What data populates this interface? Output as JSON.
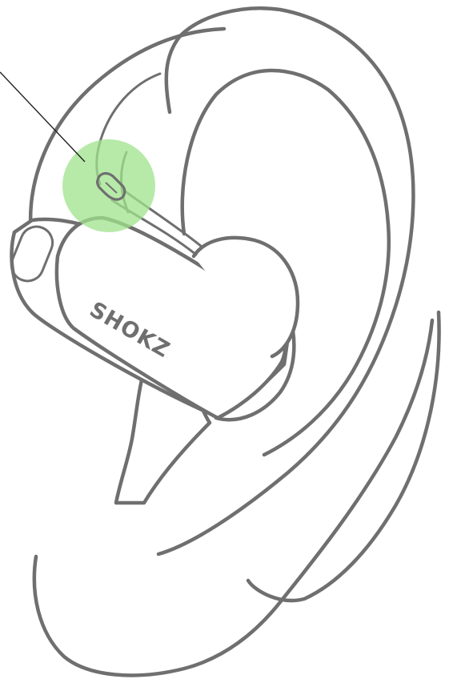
{
  "brand": {
    "logo_text": "SHOKZ"
  },
  "colors": {
    "outline": "#6f6f6f",
    "highlight": "#9fe38c",
    "callout_line": "#222222",
    "background": "#ffffff"
  },
  "highlight": {
    "shape": "circle",
    "marks": "microphone-port"
  }
}
